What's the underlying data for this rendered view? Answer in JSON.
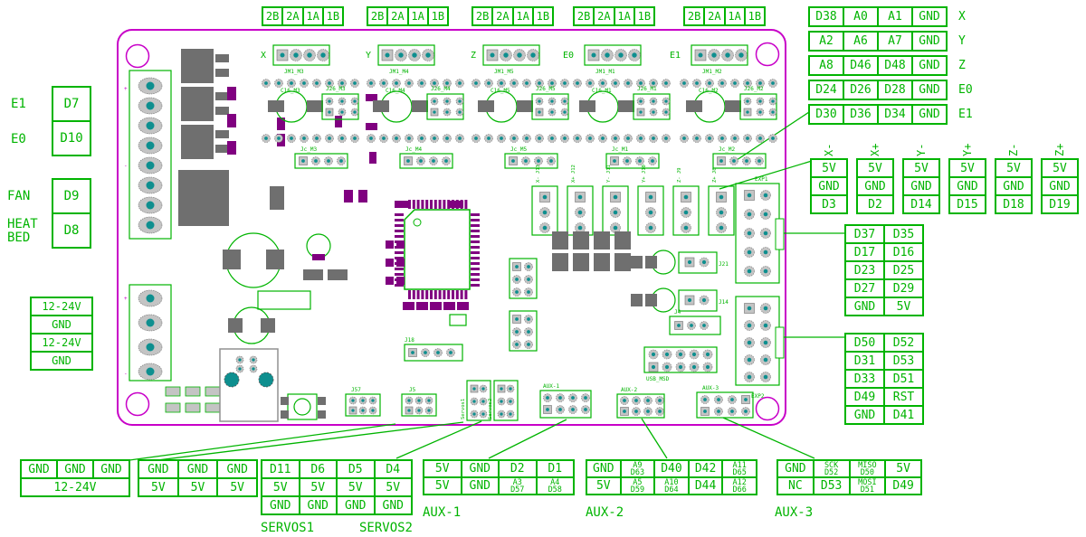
{
  "colors": {
    "green": "#00b400",
    "magenta": "#c800c8",
    "purple": "#800080",
    "component_gray": "#6f6f6f",
    "pad_gray": "#c4c4c4",
    "pad_center_teal": "#0e8f8f"
  },
  "stepper_connector": {
    "rows": [
      [
        "2B",
        "2A",
        "1A",
        "1B"
      ]
    ]
  },
  "driver_pinmap": {
    "rows": [
      {
        "pins": [
          "D38",
          "A0",
          "A1",
          "GND"
        ],
        "axis": "X"
      },
      {
        "pins": [
          "A2",
          "A6",
          "A7",
          "GND"
        ],
        "axis": "Y"
      },
      {
        "pins": [
          "A8",
          "D46",
          "D48",
          "GND"
        ],
        "axis": "Z"
      },
      {
        "pins": [
          "D24",
          "D26",
          "D28",
          "GND"
        ],
        "axis": "E0"
      },
      {
        "pins": [
          "D30",
          "D36",
          "D34",
          "GND"
        ],
        "axis": "E1"
      }
    ]
  },
  "endstops": [
    {
      "label": "X-",
      "pins": [
        "5V",
        "GND",
        "D3"
      ]
    },
    {
      "label": "X+",
      "pins": [
        "5V",
        "GND",
        "D2"
      ]
    },
    {
      "label": "Y-",
      "pins": [
        "5V",
        "GND",
        "D14"
      ]
    },
    {
      "label": "Y+",
      "pins": [
        "5V",
        "GND",
        "D15"
      ]
    },
    {
      "label": "Z-",
      "pins": [
        "5V",
        "GND",
        "D18"
      ]
    },
    {
      "label": "Z+",
      "pins": [
        "5V",
        "GND",
        "D19"
      ]
    }
  ],
  "exp1": {
    "rows": [
      [
        "D37",
        "D35"
      ],
      [
        "D17",
        "D16"
      ],
      [
        "D23",
        "D25"
      ],
      [
        "D27",
        "D29"
      ],
      [
        "GND",
        "5V"
      ]
    ]
  },
  "exp2": {
    "rows": [
      [
        "D50",
        "D52"
      ],
      [
        "D31",
        "D53"
      ],
      [
        "D33",
        "D51"
      ],
      [
        "D49",
        "RST"
      ],
      [
        "GND",
        "D41"
      ]
    ]
  },
  "extruder_outputs": {
    "labels": [
      "E1",
      "E0"
    ],
    "rows": [
      [
        "D7"
      ],
      [
        "D10"
      ]
    ]
  },
  "fan_bed_outputs": {
    "labels": [
      "FAN",
      "HEAT\nBED"
    ],
    "rows": [
      [
        "D9"
      ],
      [
        "D8"
      ]
    ]
  },
  "power_input": {
    "rows": [
      [
        "12-24V"
      ],
      [
        "GND"
      ],
      [
        "12-24V"
      ],
      [
        "GND"
      ]
    ]
  },
  "bottom_power": {
    "rows": [
      [
        "GND",
        "GND",
        "GND"
      ],
      [
        "12-24V"
      ]
    ]
  },
  "bottom_5v": {
    "rows": [
      [
        "GND",
        "GND",
        "GND"
      ],
      [
        "5V",
        "5V",
        "5V"
      ]
    ]
  },
  "servos": {
    "labels": [
      "SERVOS1",
      "SERVOS2"
    ],
    "rows": [
      [
        "D11",
        "D6",
        "D5",
        "D4"
      ],
      [
        "5V",
        "5V",
        "5V",
        "5V"
      ],
      [
        "GND",
        "GND",
        "GND",
        "GND"
      ]
    ]
  },
  "aux1": {
    "label": "AUX-1",
    "rows": [
      [
        "5V",
        "GND",
        "D2",
        "D1"
      ],
      [
        "5V",
        "GND",
        [
          "A3",
          "D57"
        ],
        [
          "A4",
          "D58"
        ]
      ]
    ]
  },
  "aux2": {
    "label": "AUX-2",
    "rows": [
      [
        "GND",
        [
          "A9",
          "D63"
        ],
        "D40",
        "D42",
        [
          "A11",
          "D65"
        ]
      ],
      [
        "5V",
        [
          "A5",
          "D59"
        ],
        [
          "A10",
          "D64"
        ],
        "D44",
        [
          "A12",
          "D66"
        ]
      ]
    ]
  },
  "aux3": {
    "label": "AUX-3",
    "rows": [
      [
        "GND",
        [
          "SCK",
          "D52"
        ],
        [
          "MISO",
          "D50"
        ],
        "5V"
      ],
      [
        "NC",
        "D53",
        [
          "MOSI",
          "D51"
        ],
        "D49"
      ]
    ]
  },
  "board": {
    "stepper_labels": [
      "X",
      "Y",
      "Z",
      "E0",
      "E1"
    ],
    "stepper_headers": [
      "JM1_M3",
      "JM1_M4",
      "JM1_M5",
      "JM1_M1",
      "JM1_M2"
    ],
    "driver_caps": [
      "C16_M3",
      "C16_M4",
      "C16_M5",
      "C16_M1",
      "C16_M2"
    ],
    "driver_jumpers": [
      "J26_M3",
      "J26_M4",
      "J26_M5",
      "J26_M1",
      "J26_M2"
    ],
    "jc_headers": [
      "Jc_M3",
      "Jc_M4",
      "Jc_M5",
      "Jc_M1",
      "Jc_M2"
    ],
    "endstop_refs": [
      "X- J13",
      "X+ J12",
      "Y- J11",
      "Y+ J10",
      "Z- J9",
      "Z+ J8"
    ],
    "exp1": "EXP1",
    "exp2": "EXP2",
    "usb_header": "USB_MSD",
    "aux_conn": [
      "AUX-1",
      "AUX-2",
      "AUX-3"
    ],
    "misc": [
      "J18",
      "J21",
      "J14",
      "J4",
      "J57",
      "J5",
      "Servos1",
      "Servos2"
    ]
  }
}
